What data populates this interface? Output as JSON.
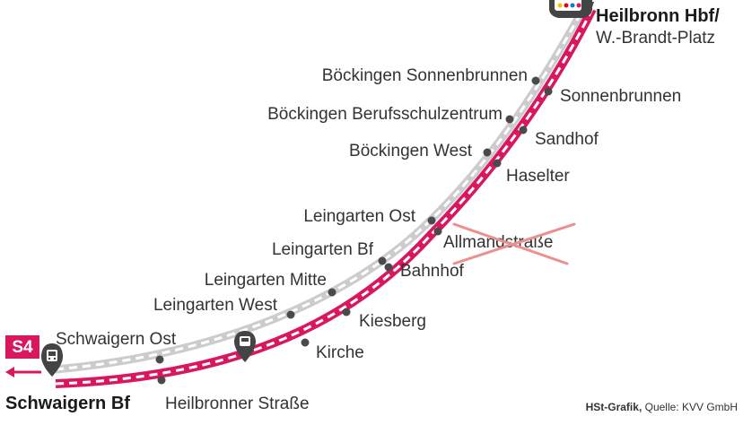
{
  "colors": {
    "line_main": "#d8175f",
    "line_bus": "#cccccc",
    "stop_dot": "#4a4a4a",
    "strike": "#ee8f8f",
    "badge_bg": "#d8175f",
    "badge_text": "#ffffff",
    "text": "#333333"
  },
  "line": {
    "badge": "S4"
  },
  "terminals": {
    "end": {
      "name_line1": "Heilbronn Hbf/",
      "name_line2": "W.-Brandt-Platz",
      "icon": "tram-icon"
    },
    "start": {
      "name": "Schwaigern Bf",
      "icon": "tram-icon"
    }
  },
  "stops_upper": [
    {
      "name": "Böckingen Sonnenbrunnen"
    },
    {
      "name": "Böckingen Berufsschulzentrum"
    },
    {
      "name": "Böckingen West"
    },
    {
      "name": "Leingarten Ost"
    },
    {
      "name": "Leingarten Bf"
    },
    {
      "name": "Leingarten Mitte"
    },
    {
      "name": "Leingarten West"
    },
    {
      "name": "Schwaigern Ost"
    }
  ],
  "stops_lower": [
    {
      "name": "Sonnenbrunnen"
    },
    {
      "name": "Sandhof"
    },
    {
      "name": "Haselter"
    },
    {
      "name": "Allmandstraße",
      "cancelled": true
    },
    {
      "name": "Bahnhof"
    },
    {
      "name": "Kiesberg"
    },
    {
      "name": "Kirche"
    },
    {
      "name": "Heilbronner Straße"
    }
  ],
  "bus_stop": {
    "icon": "bus-icon"
  },
  "credit": {
    "bold": "HSt-Grafik,",
    "rest": " Quelle: KVV GmbH"
  }
}
